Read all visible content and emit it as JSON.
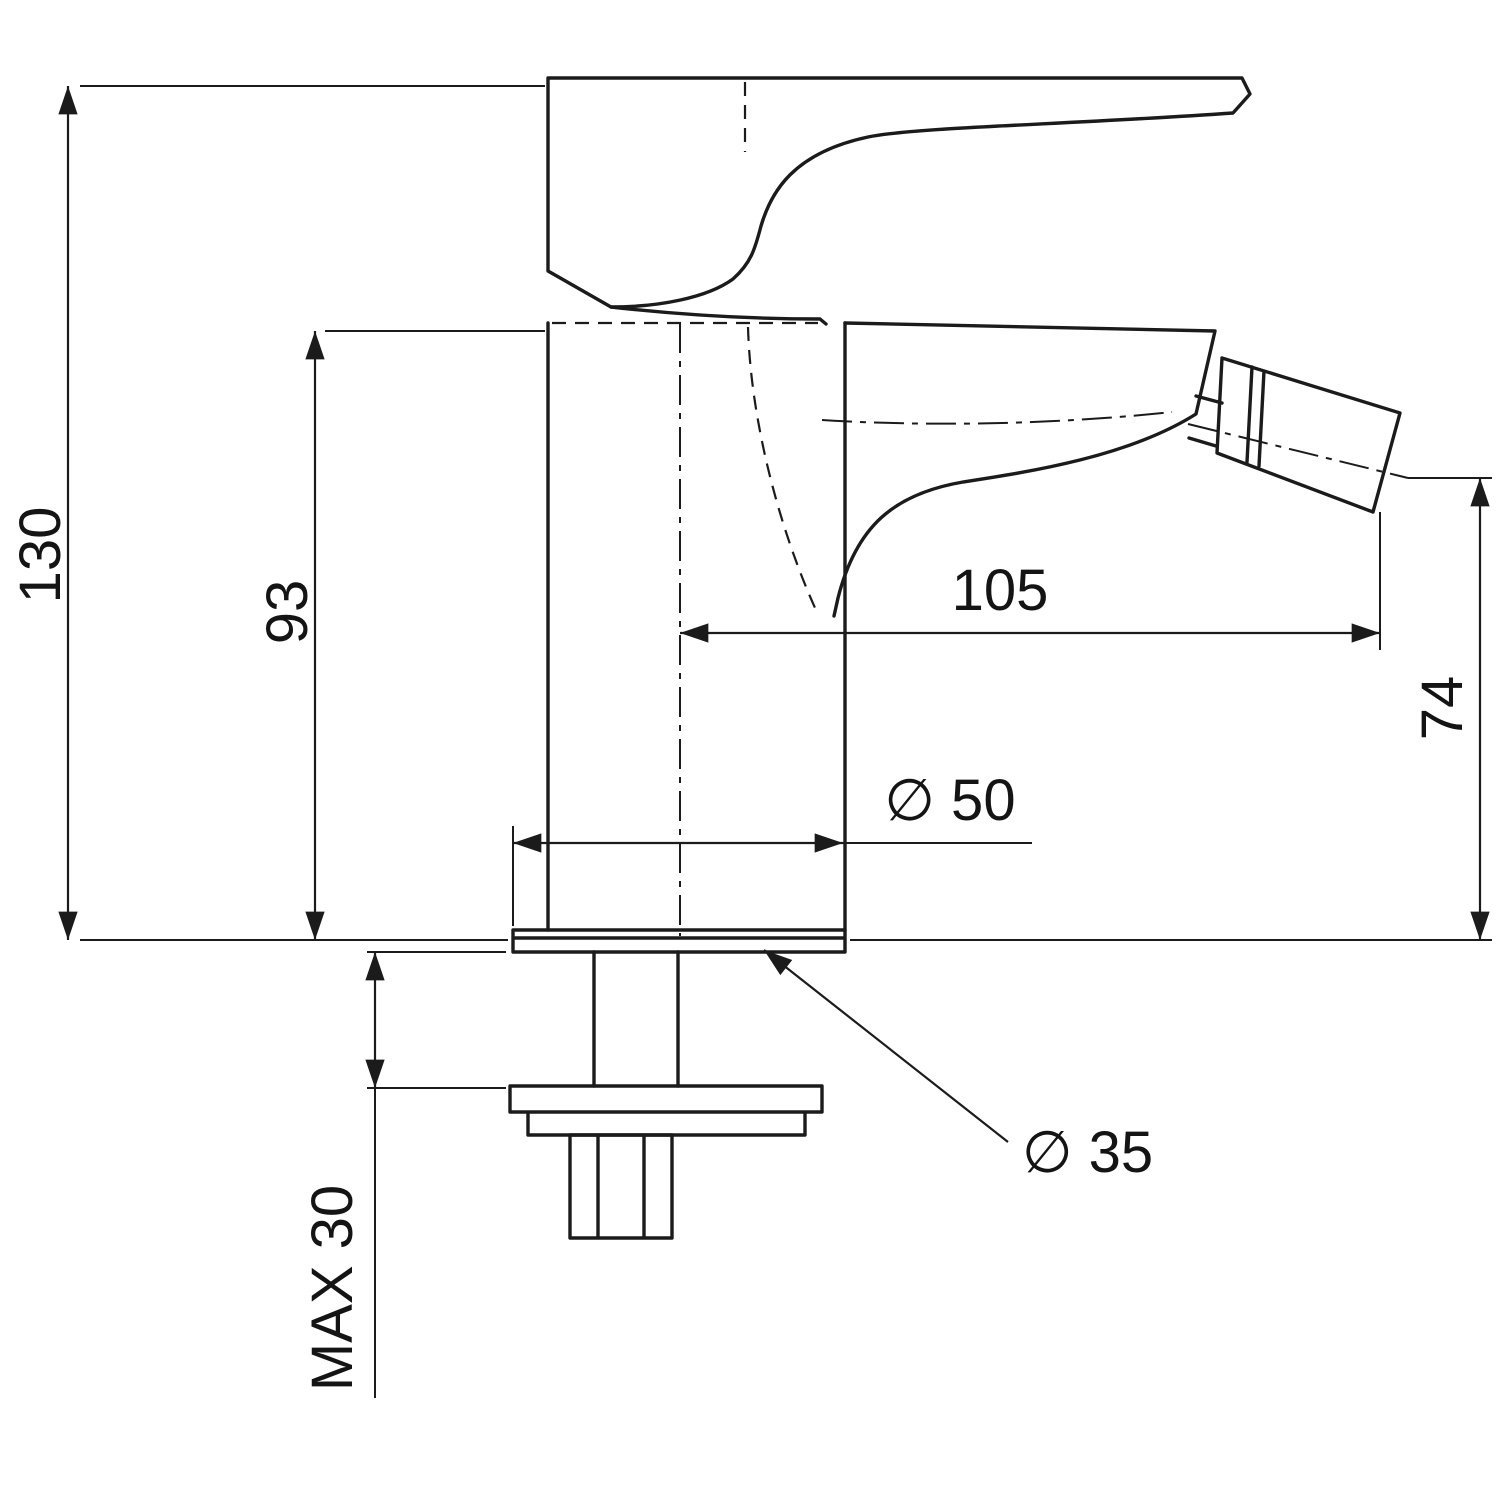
{
  "drawing": {
    "subject": "Single-lever bidet mixer tap — side elevation technical drawing",
    "units": "mm",
    "line_color": "#1b1b1b",
    "background": "#ffffff",
    "labels": {
      "overall_height": "130",
      "body_height": "93",
      "spout_reach": "105",
      "outlet_height": "74",
      "base_diameter": "∅ 50",
      "shank_diameter": "∅ 35",
      "max_deck_thickness": "MAX 30"
    },
    "dimensions_mm": {
      "overall_height": 130,
      "body_height": 93,
      "spout_reach": 105,
      "outlet_height": 74,
      "base_diameter": 50,
      "shank_diameter": 35,
      "max_deck_thickness": 30
    }
  }
}
